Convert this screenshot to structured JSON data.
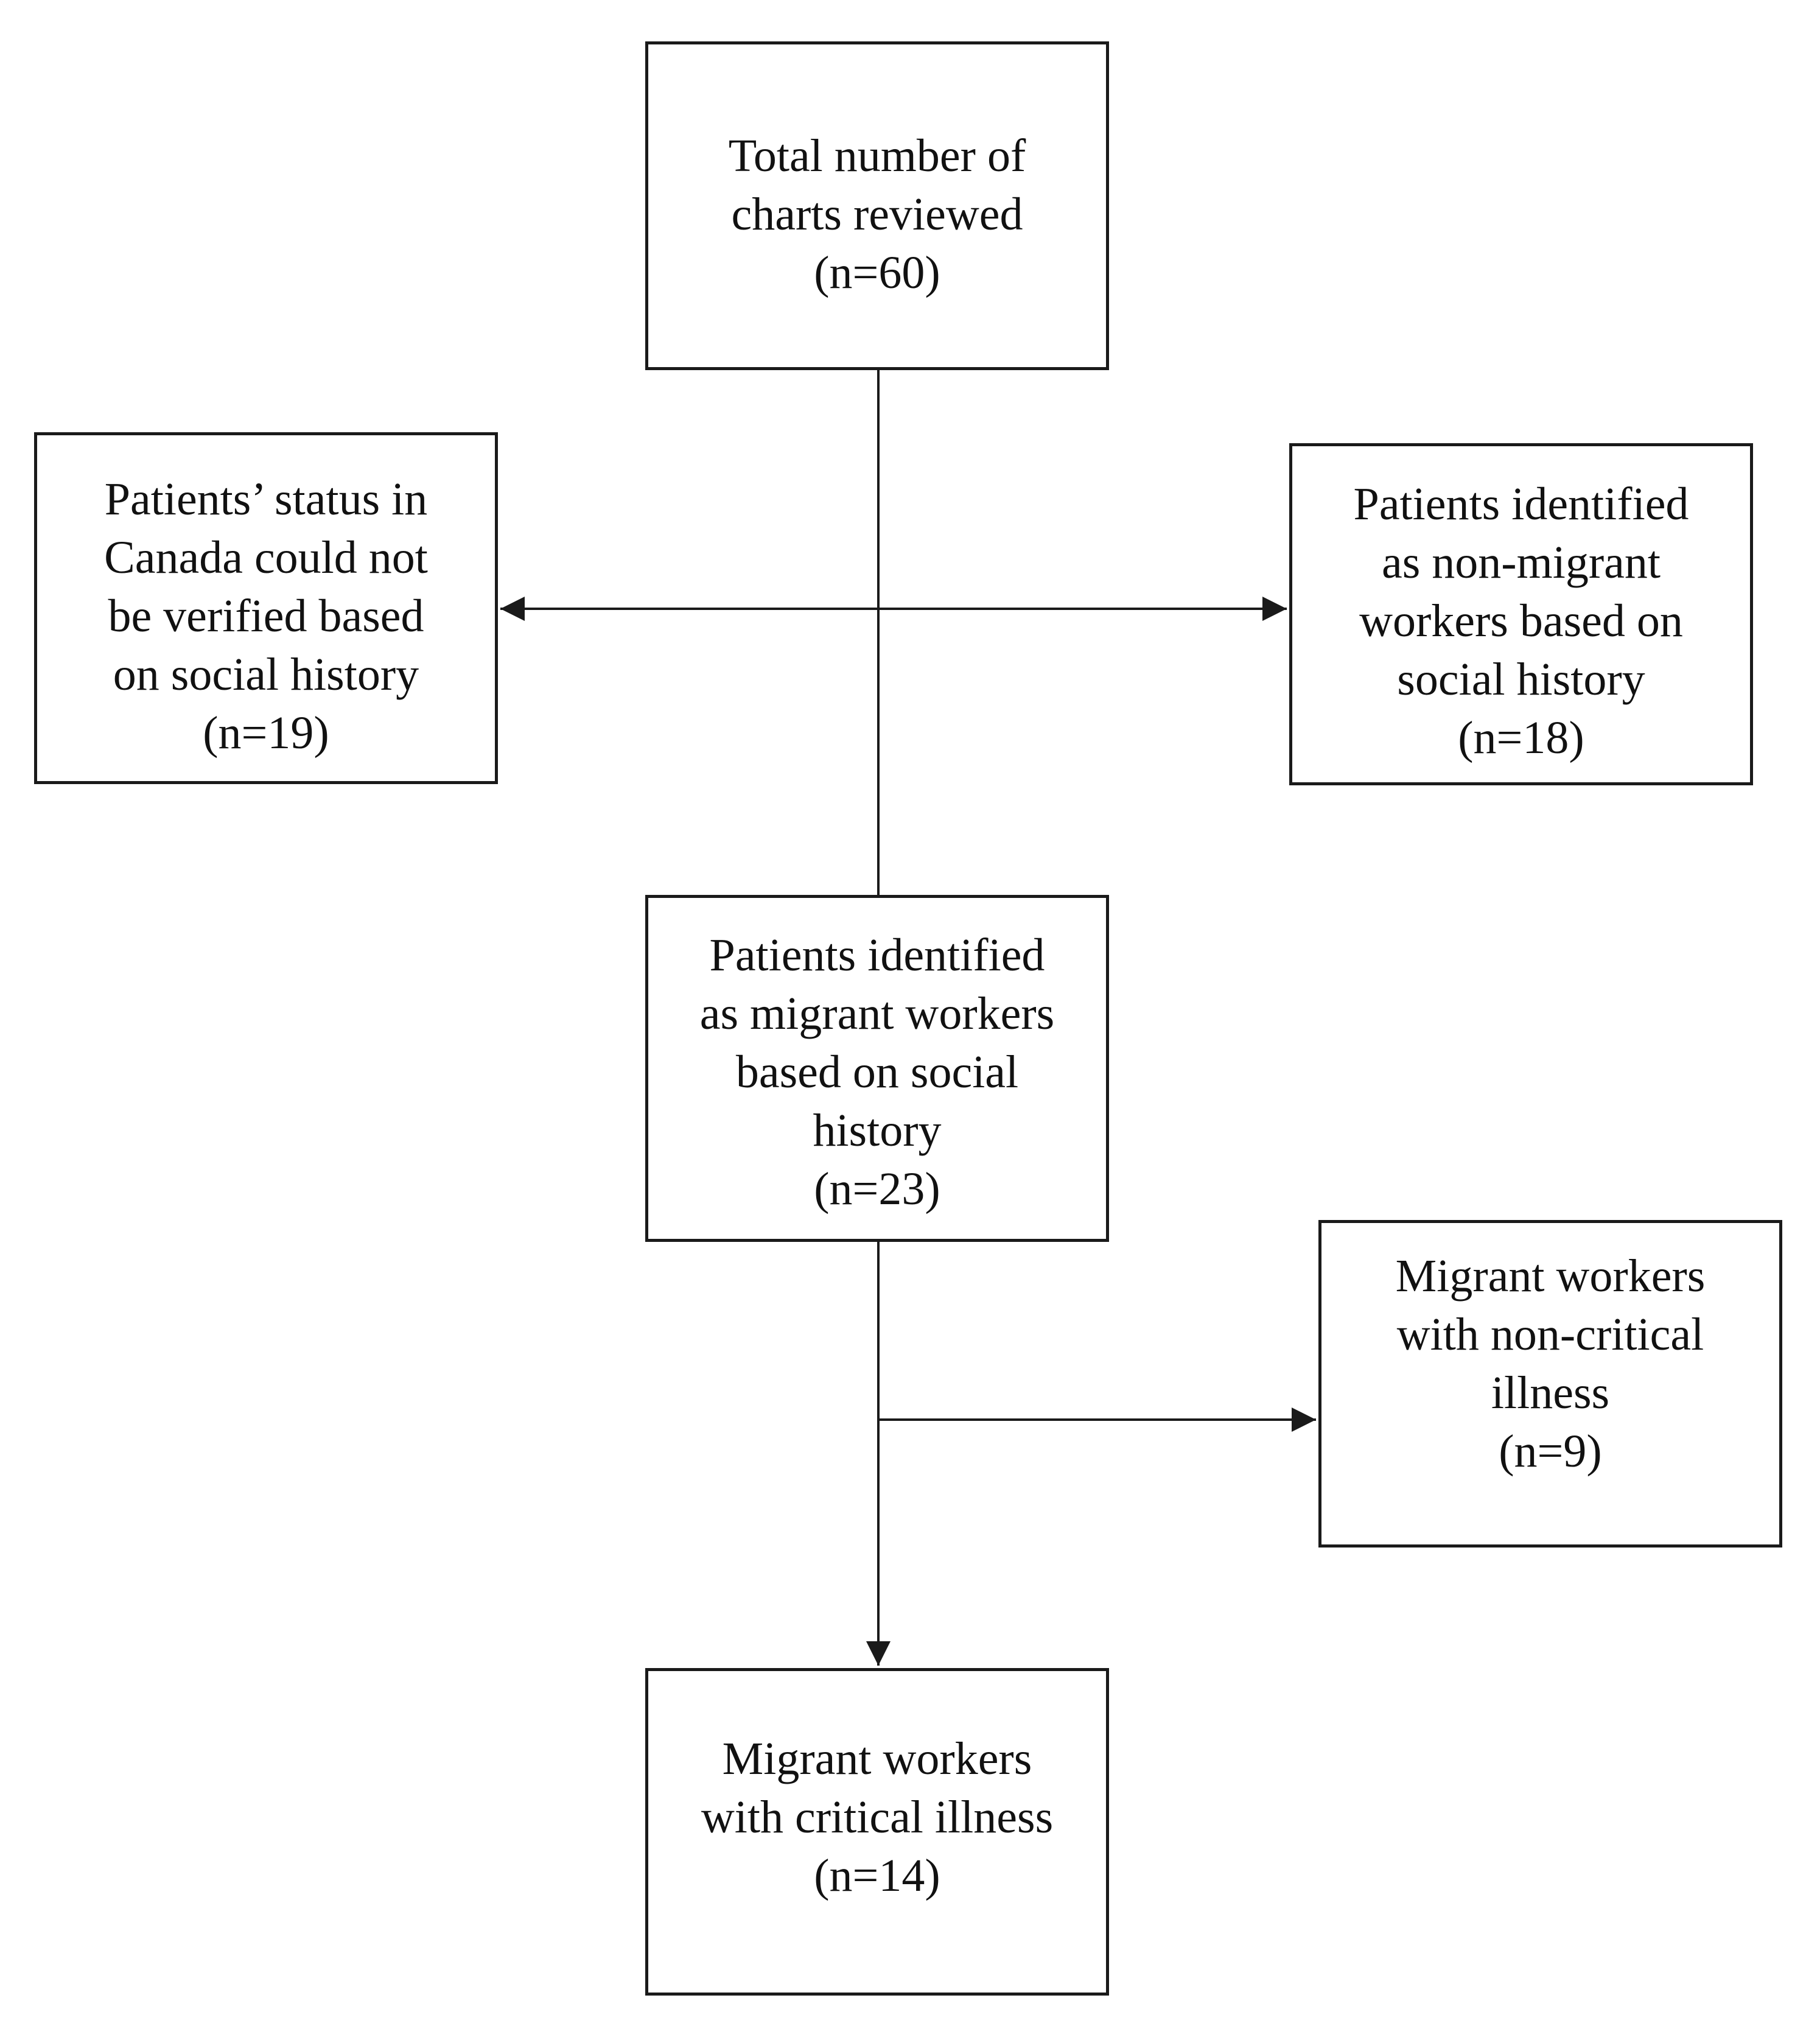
{
  "boxes": {
    "total": {
      "lines": [
        "Total number of",
        "charts reviewed",
        "(n=60)"
      ]
    },
    "unverified": {
      "lines": [
        "Patients’ status in",
        "Canada could not",
        "be verified based",
        "on social history",
        "(n=19)"
      ]
    },
    "nonmigrant": {
      "lines": [
        "Patients identified",
        "as non-migrant",
        "workers based on",
        "social history",
        "(n=18)"
      ]
    },
    "migrant": {
      "lines": [
        "Patients identified",
        "as migrant workers",
        "based on social",
        "history",
        "(n=23)"
      ]
    },
    "noncritical": {
      "lines": [
        "Migrant workers",
        "with non-critical",
        "illness",
        "(n=9)"
      ]
    },
    "critical": {
      "lines": [
        "Migrant workers",
        "with critical illness",
        "(n=14)"
      ]
    }
  }
}
